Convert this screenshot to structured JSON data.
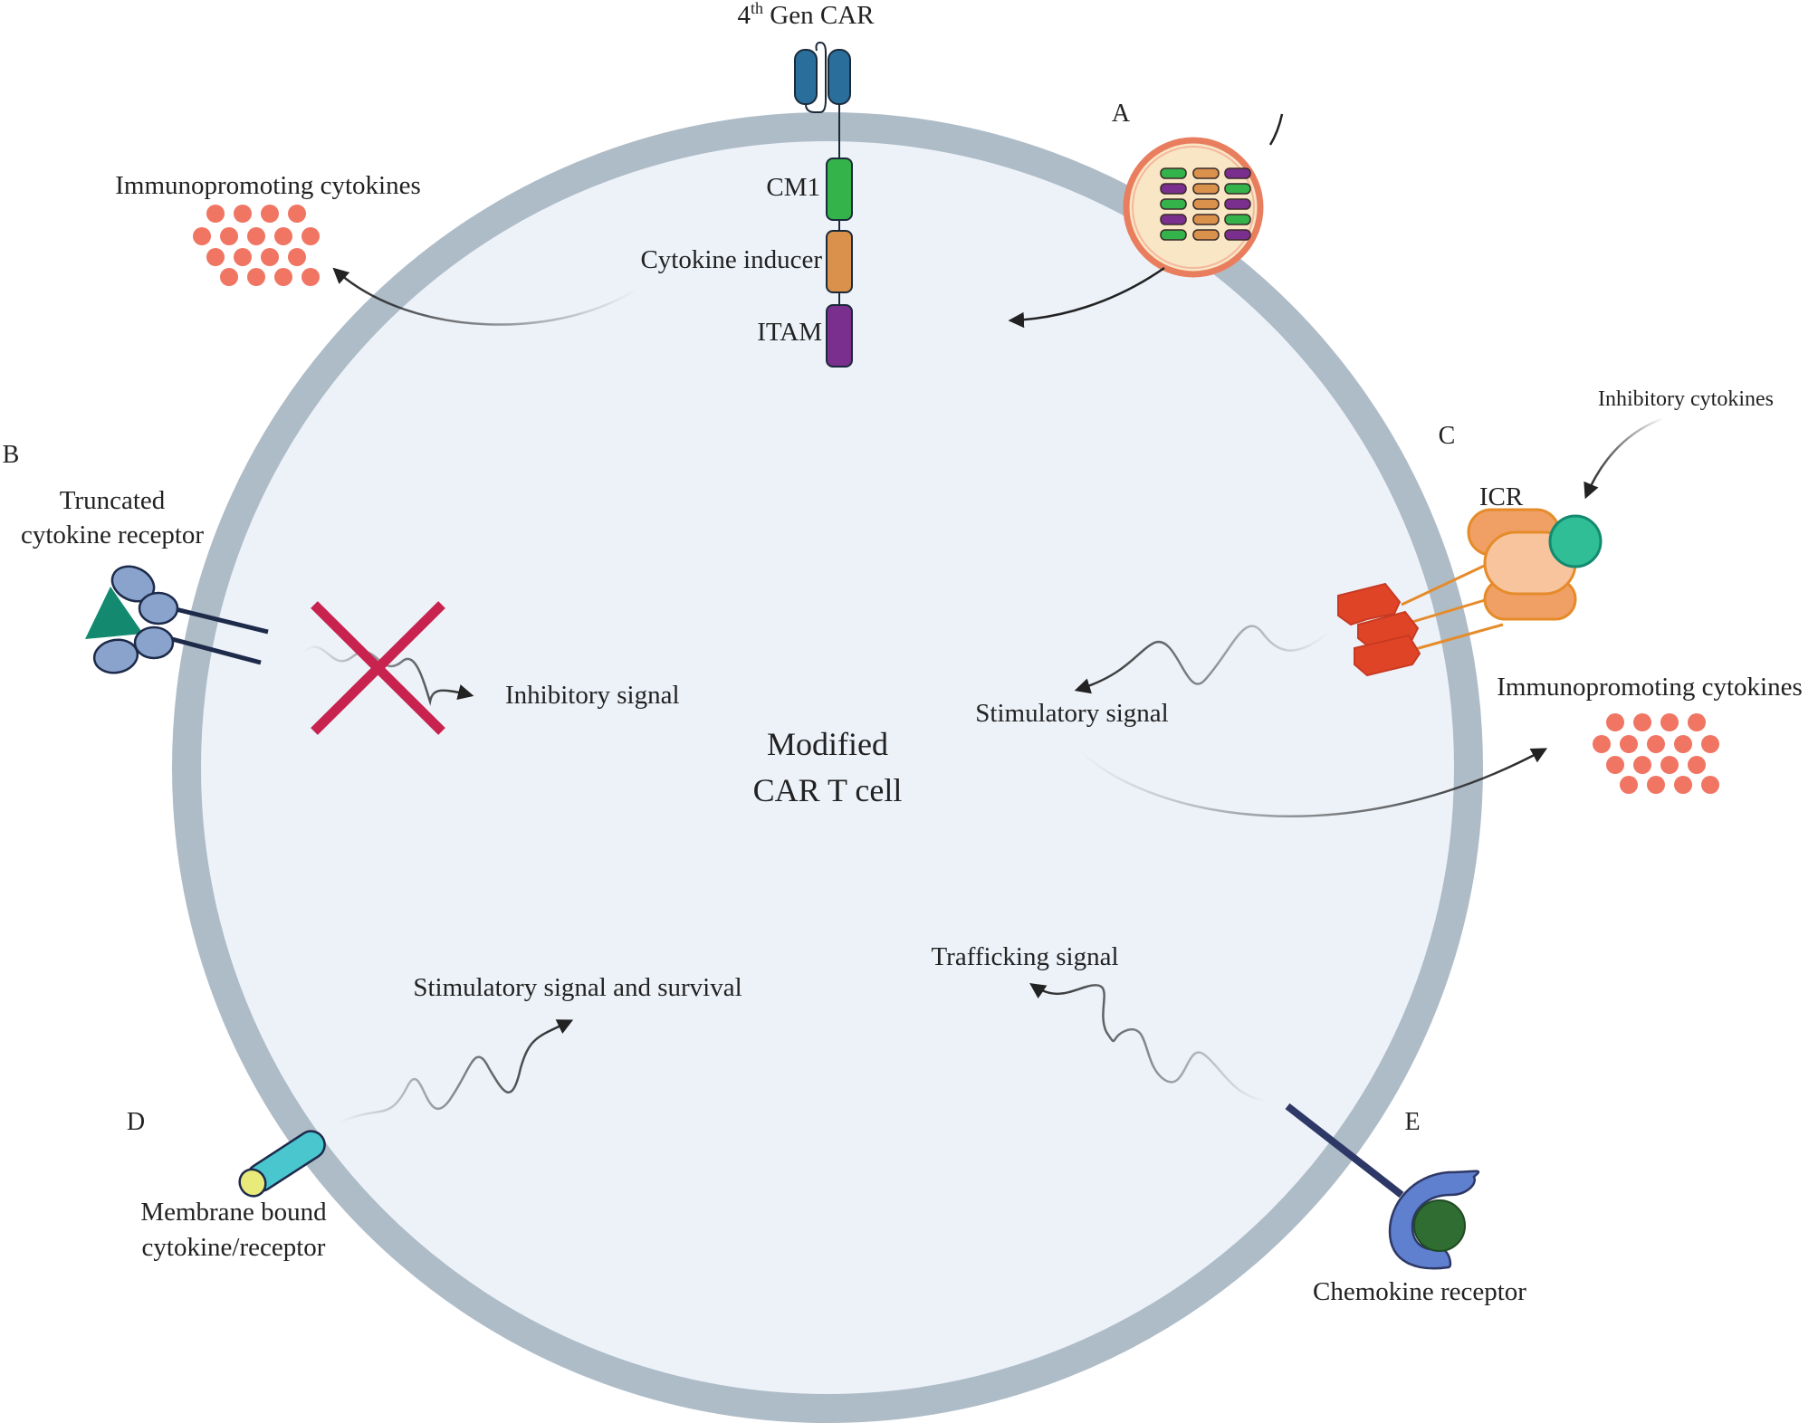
{
  "center": {
    "line1": "Modified",
    "line2": "CAR T cell"
  },
  "car": {
    "title_prefix": "4",
    "title_sup": "th",
    "title_suffix": " Gen CAR",
    "domains": [
      "CM1",
      "Cytokine inducer",
      "ITAM"
    ]
  },
  "panel_a": {
    "letter": "A",
    "cytokines_label": "Immunopromoting cytokines"
  },
  "panel_b": {
    "letter": "B",
    "label_line1": "Truncated",
    "label_line2": "cytokine receptor",
    "signal": "Inhibitory signal"
  },
  "panel_c": {
    "letter": "C",
    "receptor": "ICR",
    "input": "Inhibitory cytokines",
    "signal": "Stimulatory signal",
    "cytokines_label": "Immunopromoting cytokines"
  },
  "panel_d": {
    "letter": "D",
    "label_line1": "Membrane bound",
    "label_line2": "cytokine/receptor",
    "signal": "Stimulatory signal and survival"
  },
  "panel_e": {
    "letter": "E",
    "label": "Chemokine receptor",
    "signal": "Trafficking signal"
  },
  "colors": {
    "membrane": "#aebcc8",
    "cytoplasm": "#edf2f9",
    "cytokine_dot": "#f07563",
    "cross": "#c8234f",
    "car_blue": "#2a6f9c",
    "cm1_green": "#33b34a",
    "inducer_orange": "#d9914c",
    "itam_purple": "#7a2e8e"
  }
}
